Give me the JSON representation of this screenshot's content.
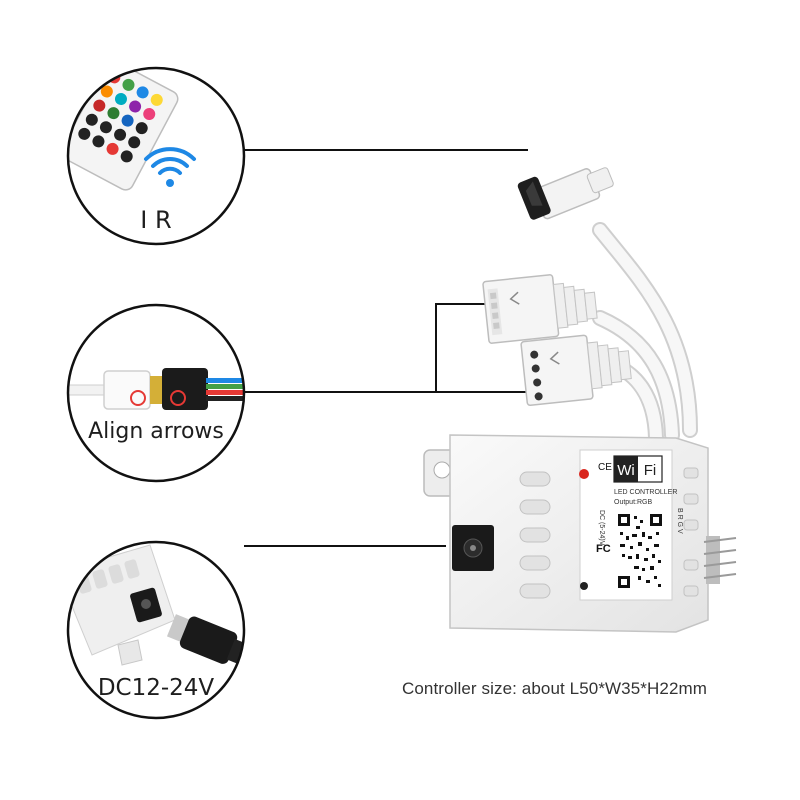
{
  "callouts": {
    "ir_label": "I R",
    "align_label": "Align arrows",
    "dc_label": "DC12-24V"
  },
  "device": {
    "wifi_left": "Wi",
    "wifi_right": "Fi",
    "model_line1": "LED CONTROLLER",
    "model_line2": "Output:RGB",
    "voltage": "DC (5-24)V",
    "pin_labels": "B R G V",
    "ce": "CE",
    "fc": "FC"
  },
  "caption": "Controller size: about L50*W35*H22mm",
  "colors": {
    "circle_border": "#111111",
    "leader_line": "#111111",
    "device_body": "#f2f2f2",
    "wifi_red": "#d9251c"
  }
}
